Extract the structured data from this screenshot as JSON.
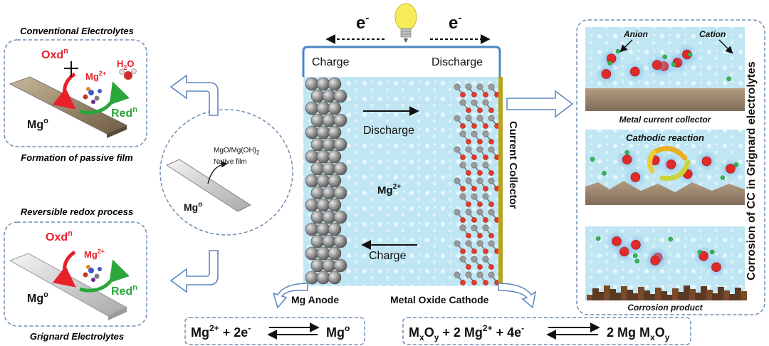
{
  "colors": {
    "oxd": "#e8202a",
    "red": "#2aa63a",
    "dash_box": "#6f8fb3",
    "electrolyte": "#bfe6f2",
    "cell_frame": "#4a86c8",
    "collector": "#b7a31c",
    "anode_ball": "#8c8c8c",
    "oxygen": "#e23a2a",
    "metal_atom": "#9a9a9a"
  },
  "icons": {
    "bulb": "lightbulb-icon",
    "arrow": "arrow-icon",
    "equilibrium": "equilibrium-arrows-icon"
  },
  "left": {
    "top_title": "Conventional Electrolytes",
    "top_caption": "Formation of passive film",
    "bottom_title": "Reversible redox process",
    "bottom_caption": "Grignard Electrolytes",
    "oxd_base": "Oxd",
    "oxd_sup": "n",
    "red_base": "Red",
    "red_sup": "n",
    "mg_ion_base": "Mg",
    "mg_ion_sup": "2+",
    "h2o_h": "H",
    "h2o_sub": "2",
    "h2o_o": "O",
    "mg_metal_base": "Mg",
    "mg_metal_sup": "o",
    "film_line1_a": "MgO/Mg(OH)",
    "film_line1_sub": "2",
    "film_line2": "Native film"
  },
  "cell": {
    "electron_left_base": "e",
    "electron_left_sup": "-",
    "electron_right_base": "e",
    "electron_right_sup": "-",
    "charge_label": "Charge",
    "discharge_label": "Discharge",
    "arrow_discharge": "Discharge",
    "arrow_charge": "Charge",
    "mg_ion_base": "Mg",
    "mg_ion_sup": "2+",
    "current_collector": "Current Collector",
    "anode_label": "Mg Anode",
    "cathode_label": "Metal Oxide Cathode"
  },
  "equations": {
    "left": {
      "a_base": "Mg",
      "a_sup": "2+",
      "a_rest": " + 2e",
      "a_sup2": "-",
      "b_base": "Mg",
      "b_sup": "o"
    },
    "right": {
      "p1": "M",
      "s1": "x",
      "p2": "O",
      "s2": "y",
      "p3": " + 2 Mg",
      "sup1": "2+",
      "p4": " + 4e",
      "sup2": "-",
      "q1": "2 Mg M",
      "qs1": "x",
      "q2": "O",
      "qs2": "y"
    }
  },
  "right": {
    "vertical_title": "Corrosion of CC in Grignard electrolytes",
    "anion_label": "Anion",
    "cation_label": "Cation",
    "panel1_caption": "Metal current collector",
    "panel2_title": "Cathodic reaction",
    "panel3_caption": "Corrosion product"
  }
}
